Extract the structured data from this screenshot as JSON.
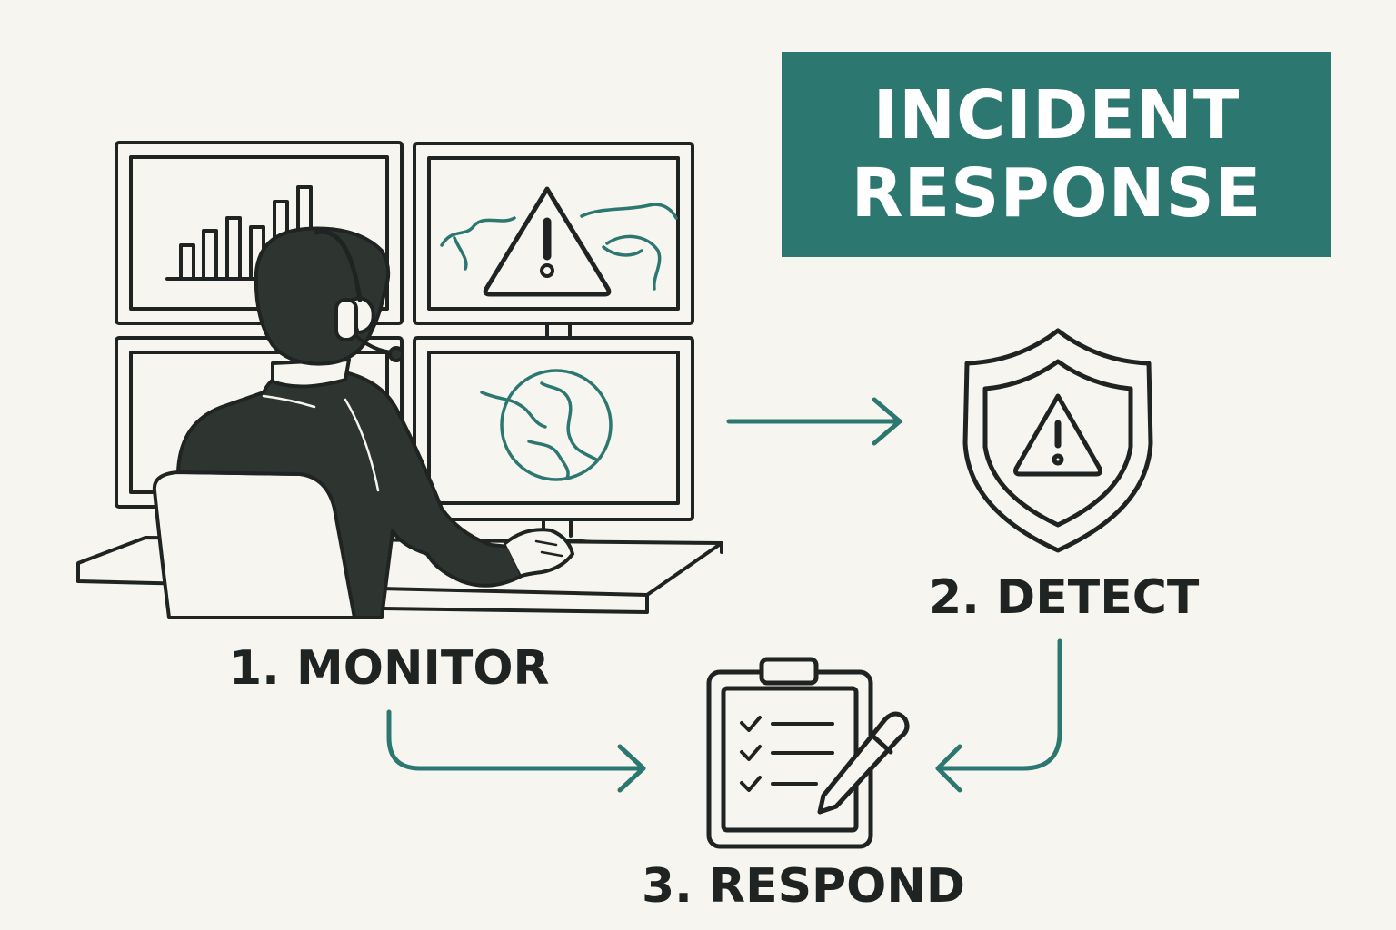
{
  "title": {
    "line1": "INCIDENT",
    "line2": "RESPONSE"
  },
  "steps": [
    {
      "label": "1. MONITOR",
      "icon": "analyst-at-monitors-icon"
    },
    {
      "label": "2. DETECT",
      "icon": "shield-warning-icon"
    },
    {
      "label": "3. RESPOND",
      "icon": "clipboard-checklist-icon"
    }
  ],
  "colors": {
    "background": "#f7f5f0",
    "accent": "#2c7770",
    "ink": "#1f2422",
    "figure": "#2e3531"
  }
}
